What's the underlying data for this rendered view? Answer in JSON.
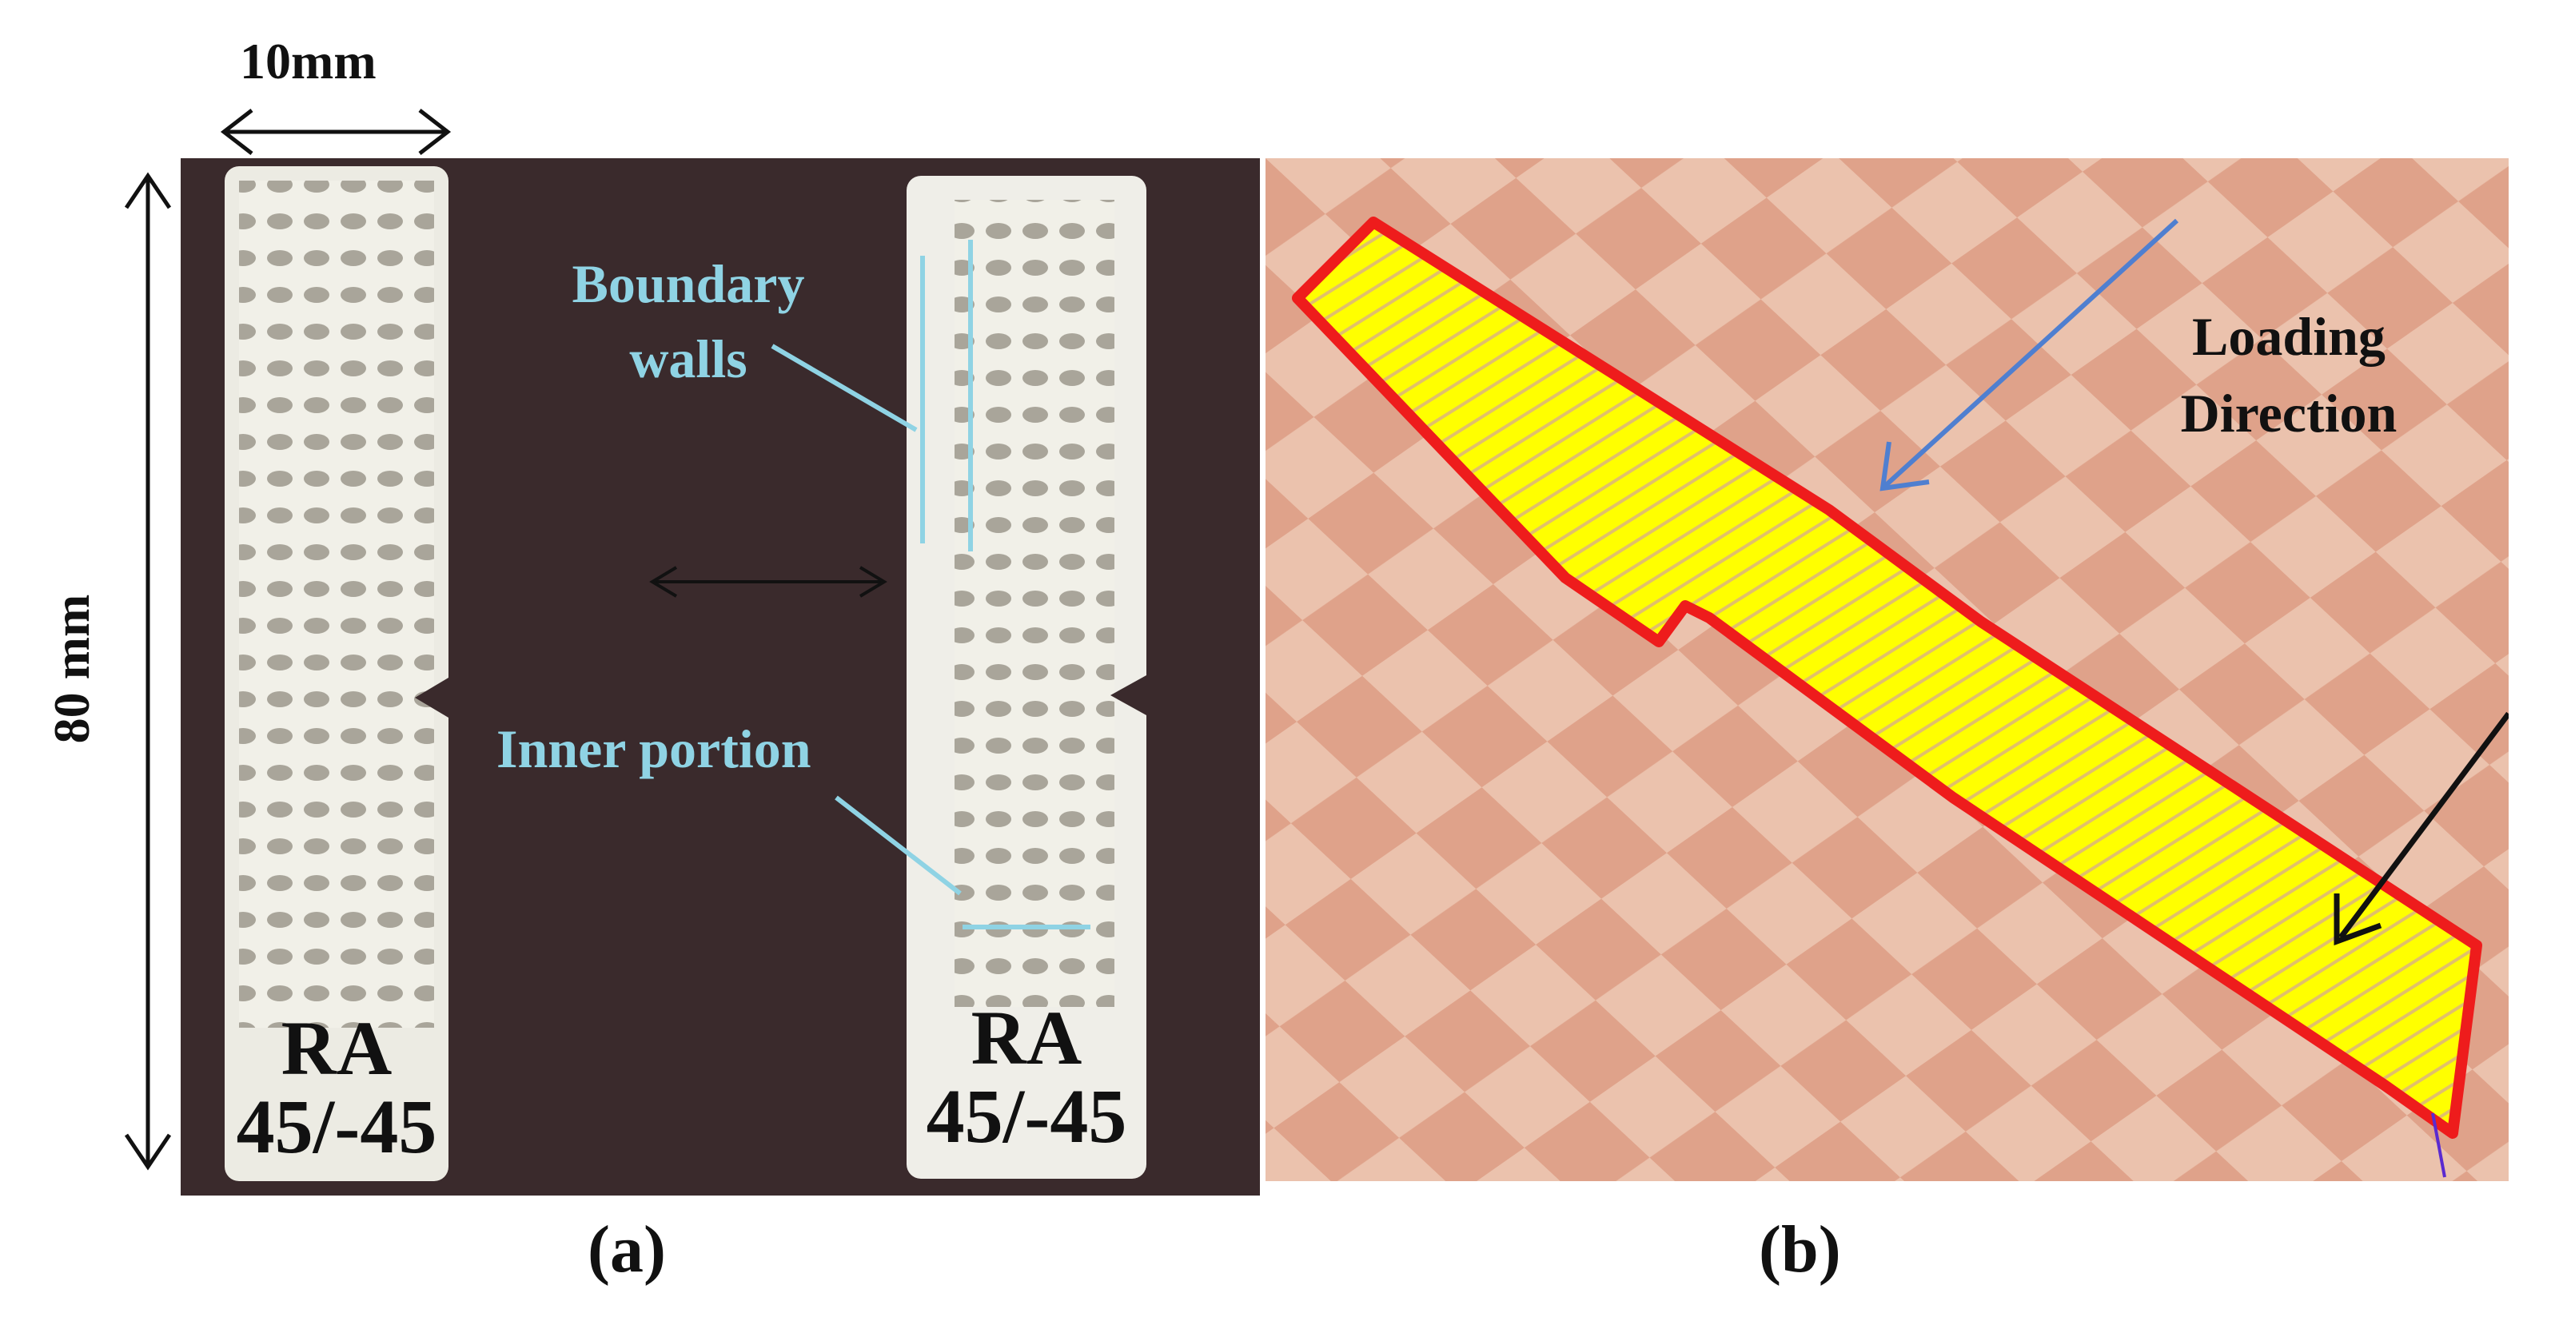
{
  "dimensions": {
    "width_label": "10mm",
    "height_label": "80 mm"
  },
  "panel_a": {
    "specimens": [
      {
        "line1": "RA",
        "line2": "45/-45"
      },
      {
        "line1": "RA",
        "line2": "45/-45"
      }
    ],
    "annotations": {
      "boundary_line1": "Boundary",
      "boundary_line2": "walls",
      "inner": "Inner portion"
    },
    "caption": "(a)"
  },
  "panel_b": {
    "loading_line1": "Loading",
    "loading_line2": "Direction",
    "caption": "(b)"
  },
  "colors": {
    "background_photo": "#3a2a2c",
    "specimen": "#e8e6dc",
    "annotation": "#8fd3e4",
    "checker_light": "#ebc0ab",
    "checker_dark": "#d9957c",
    "outline": "#ee1c1c",
    "fill": "#ffff00",
    "arrow_blue": "#4f7fd0"
  }
}
